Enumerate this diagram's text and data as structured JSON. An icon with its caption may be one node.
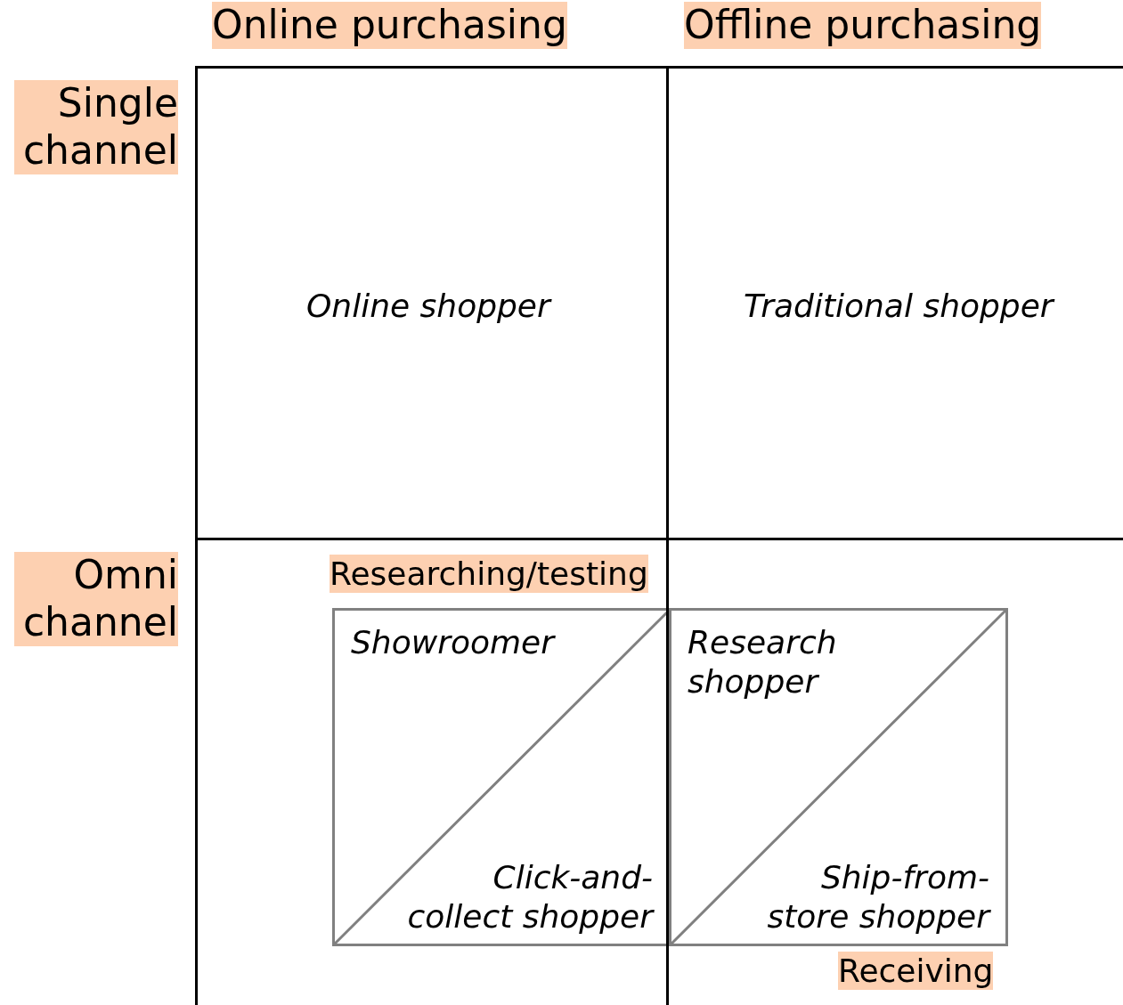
{
  "diagram": {
    "nodes": [
      {
        "text": [
          "Online shopper"
        ]
      },
      {
        "text": [
          "Traditional shopper"
        ]
      },
      {
        "text": [],
        "shape": "box"
      },
      {
        "text": [],
        "shape": "box"
      },
      {
        "text": [
          "Showroomer",
          "Click-and-collect shopper"
        ],
        "in": 2
      },
      {
        "text": [
          "Research shopper",
          "Ship-from-store shopper"
        ],
        "in": 3
      }
    ],
    "edges": [],
    "labels": [
      "Online purchasing",
      "Offline purchasing",
      "Single channel",
      "Omni channel",
      "Researching/testing",
      "Receiving"
    ]
  }
}
